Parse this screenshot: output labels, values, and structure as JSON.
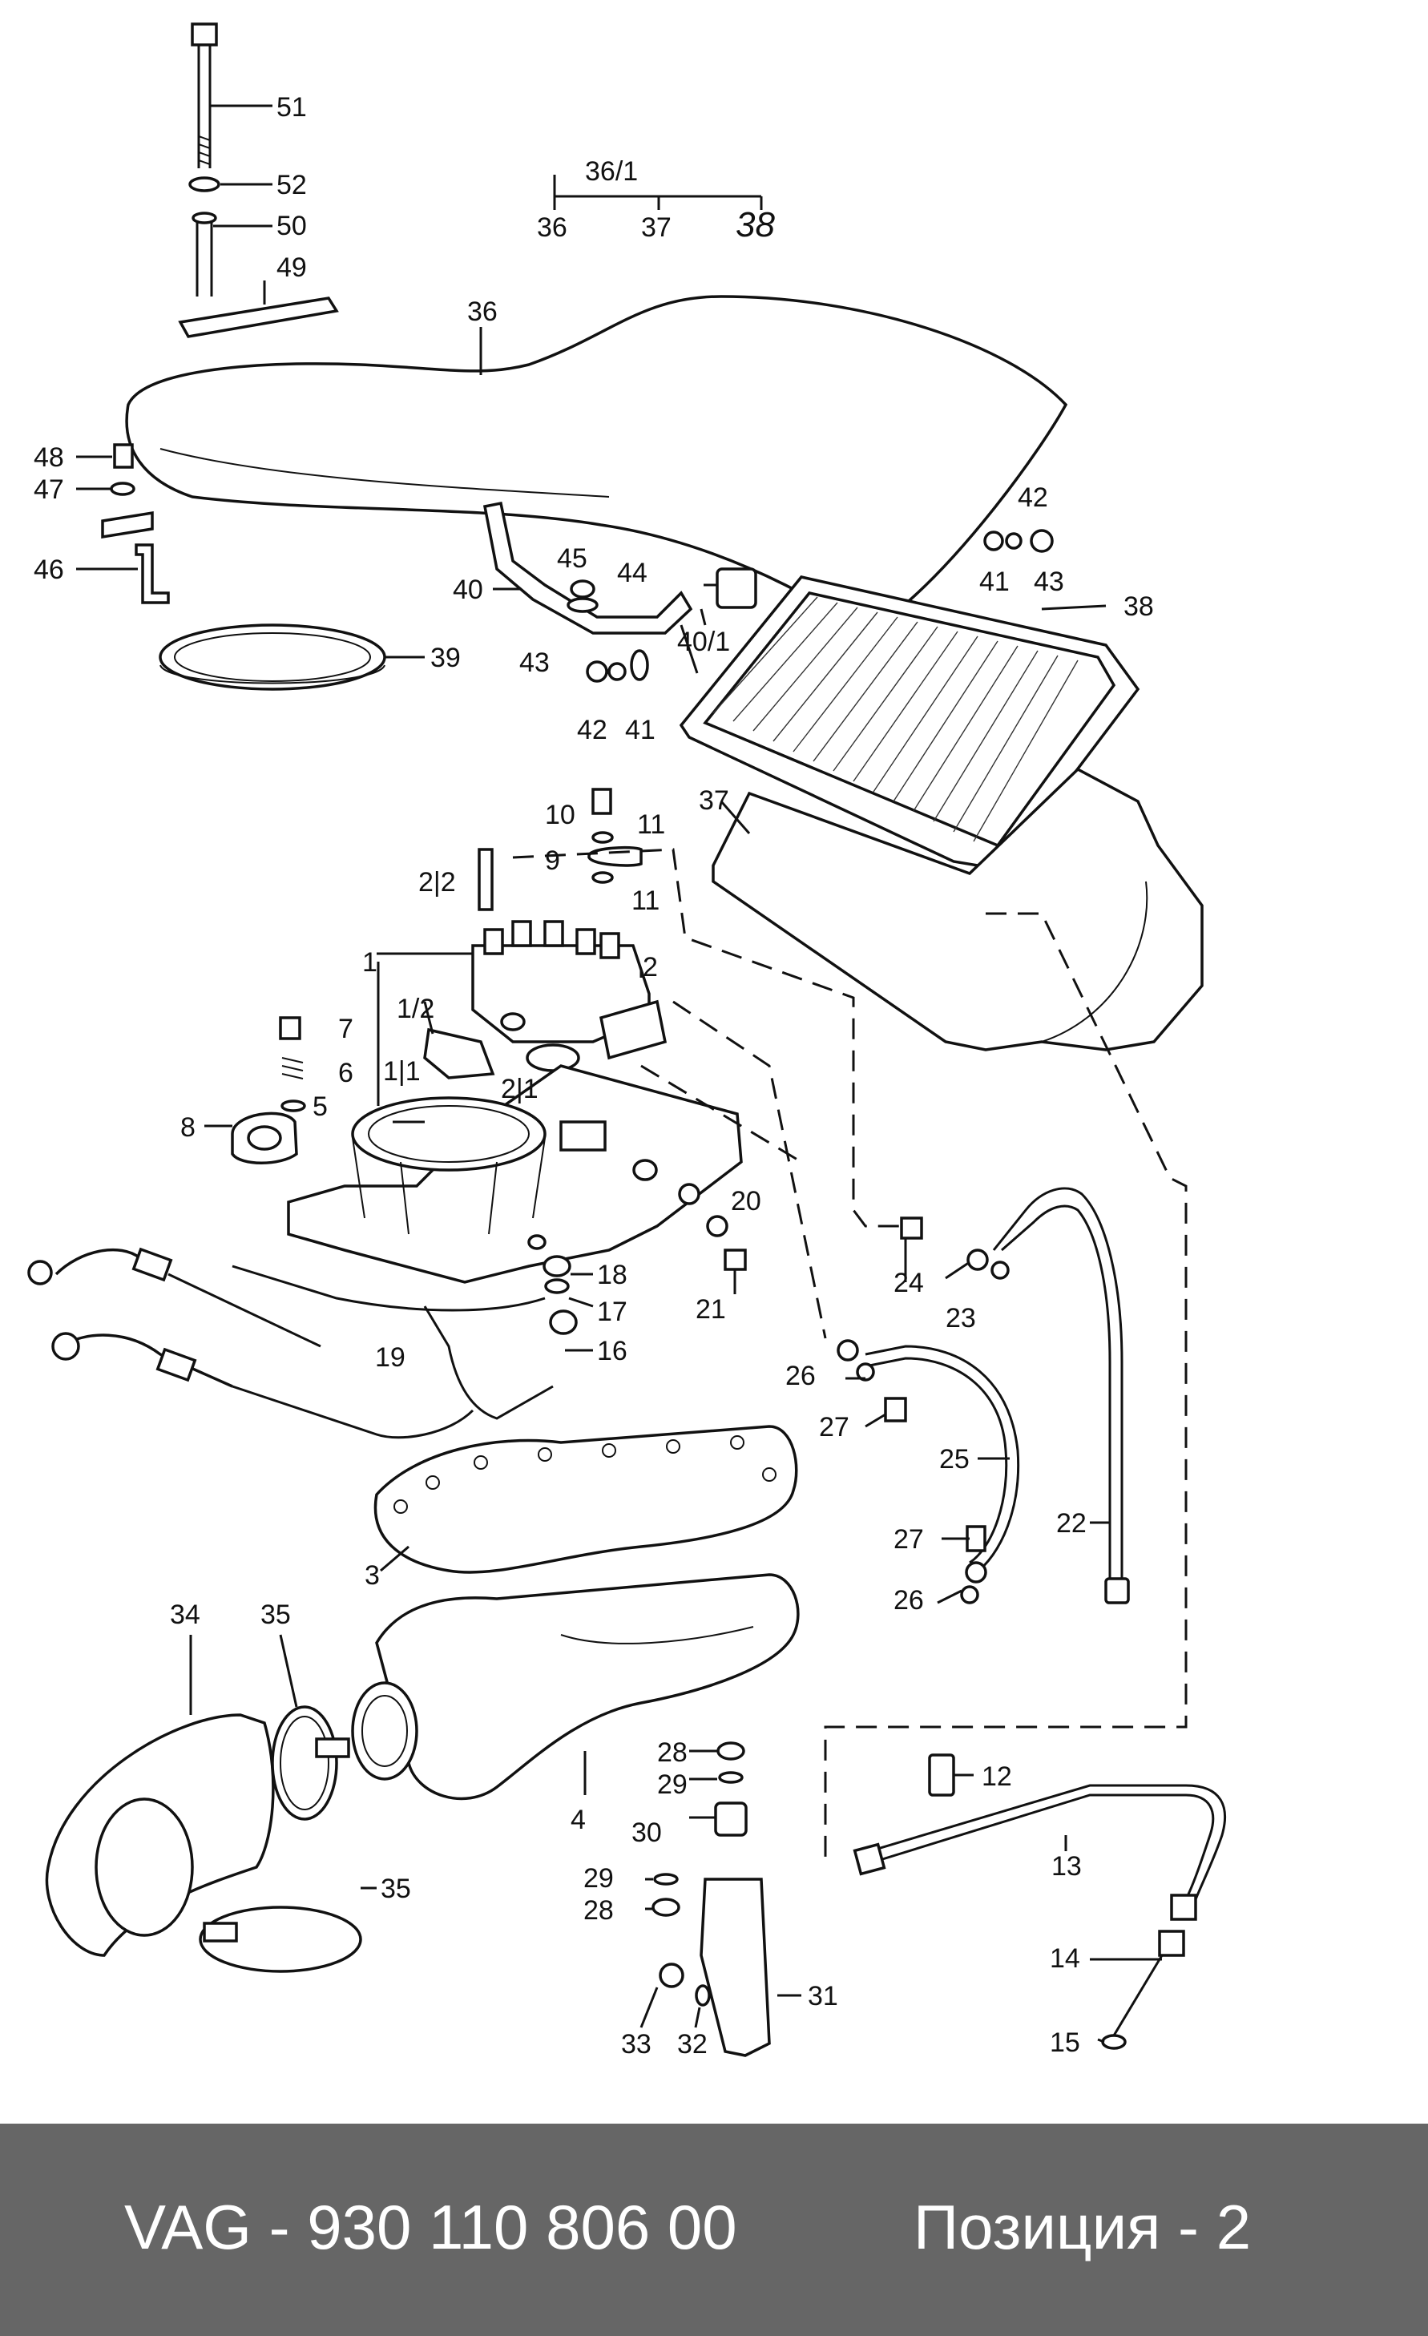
{
  "diagram": {
    "labels": {
      "l51": "51",
      "l52": "52",
      "l50": "50",
      "l49": "49",
      "l36_1": "36/1",
      "l36a": "36",
      "l37a": "37",
      "l38a": "38",
      "l36": "36",
      "l48": "48",
      "l47": "47",
      "l46": "46",
      "l39": "39",
      "l40": "40",
      "l45": "45",
      "l44": "44",
      "l40_1": "40/1",
      "l43a": "43",
      "l42a": "42",
      "l41a": "41",
      "l42b": "42",
      "l41b": "41",
      "l43b": "43",
      "l38": "38",
      "l10": "10",
      "l11a": "11",
      "l9": "9",
      "l11b": "11",
      "l2_2": "2|2",
      "l37": "37",
      "l1": "1",
      "l2": "2",
      "l7": "7",
      "l1_2": "1/2",
      "l6": "6",
      "l1_1": "1|1",
      "l5": "5",
      "l2_1": "2|1",
      "l8": "8",
      "l20": "20",
      "l18": "18",
      "l17": "17",
      "l21": "21",
      "l24": "24",
      "l23": "23",
      "l16": "16",
      "l19": "19",
      "l26a": "26",
      "l27a": "27",
      "l25": "25",
      "l22": "22",
      "l3": "3",
      "l27b": "27",
      "l26b": "26",
      "l34": "34",
      "l35a": "35",
      "l4": "4",
      "l28a": "28",
      "l29a": "29",
      "l30": "30",
      "l12": "12",
      "l13": "13",
      "l29b": "29",
      "l28b": "28",
      "l35b": "35",
      "l14": "14",
      "l31": "31",
      "l33": "33",
      "l32": "32",
      "l15": "15"
    }
  },
  "footer": {
    "part_code": "VAG - 930 110 806 00",
    "position": "Позиция - 2"
  }
}
